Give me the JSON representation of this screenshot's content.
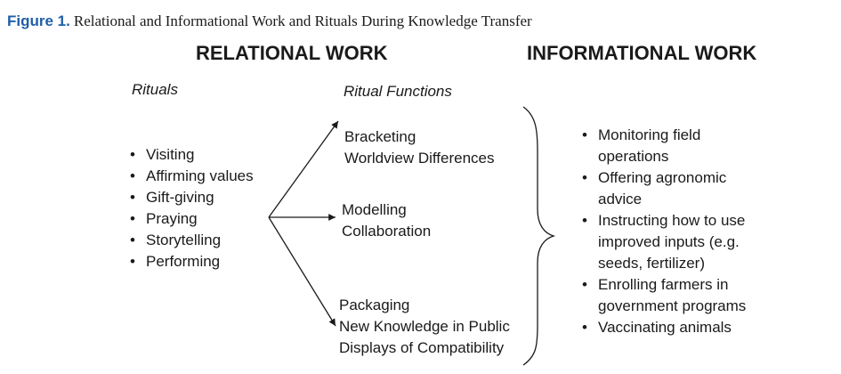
{
  "caption": {
    "label": "Figure 1.",
    "text": "Relational and Informational Work and Rituals During Knowledge Transfer"
  },
  "headings": {
    "relational": "RELATIONAL WORK",
    "informational": "INFORMATIONAL WORK"
  },
  "columns": {
    "rituals": "Rituals",
    "ritual_functions": "Ritual Functions"
  },
  "rituals": [
    "Visiting",
    "Affirming values",
    "Gift-giving",
    "Praying",
    "Storytelling",
    "Performing"
  ],
  "functions": [
    {
      "title": "Bracketing",
      "detail": "Worldview Differences"
    },
    {
      "title": "Modelling",
      "detail": "Collaboration"
    },
    {
      "title": "Packaging",
      "detail": "New Knowledge in Public",
      "detail2": "Displays of Compatibility"
    }
  ],
  "informational_items": [
    "Monitoring field operations",
    "Offering agronomic advice",
    "Instructing how to use improved inputs (e.g. seeds, fertilizer)",
    "Enrolling farmers in government programs",
    "Vaccinating animals"
  ]
}
